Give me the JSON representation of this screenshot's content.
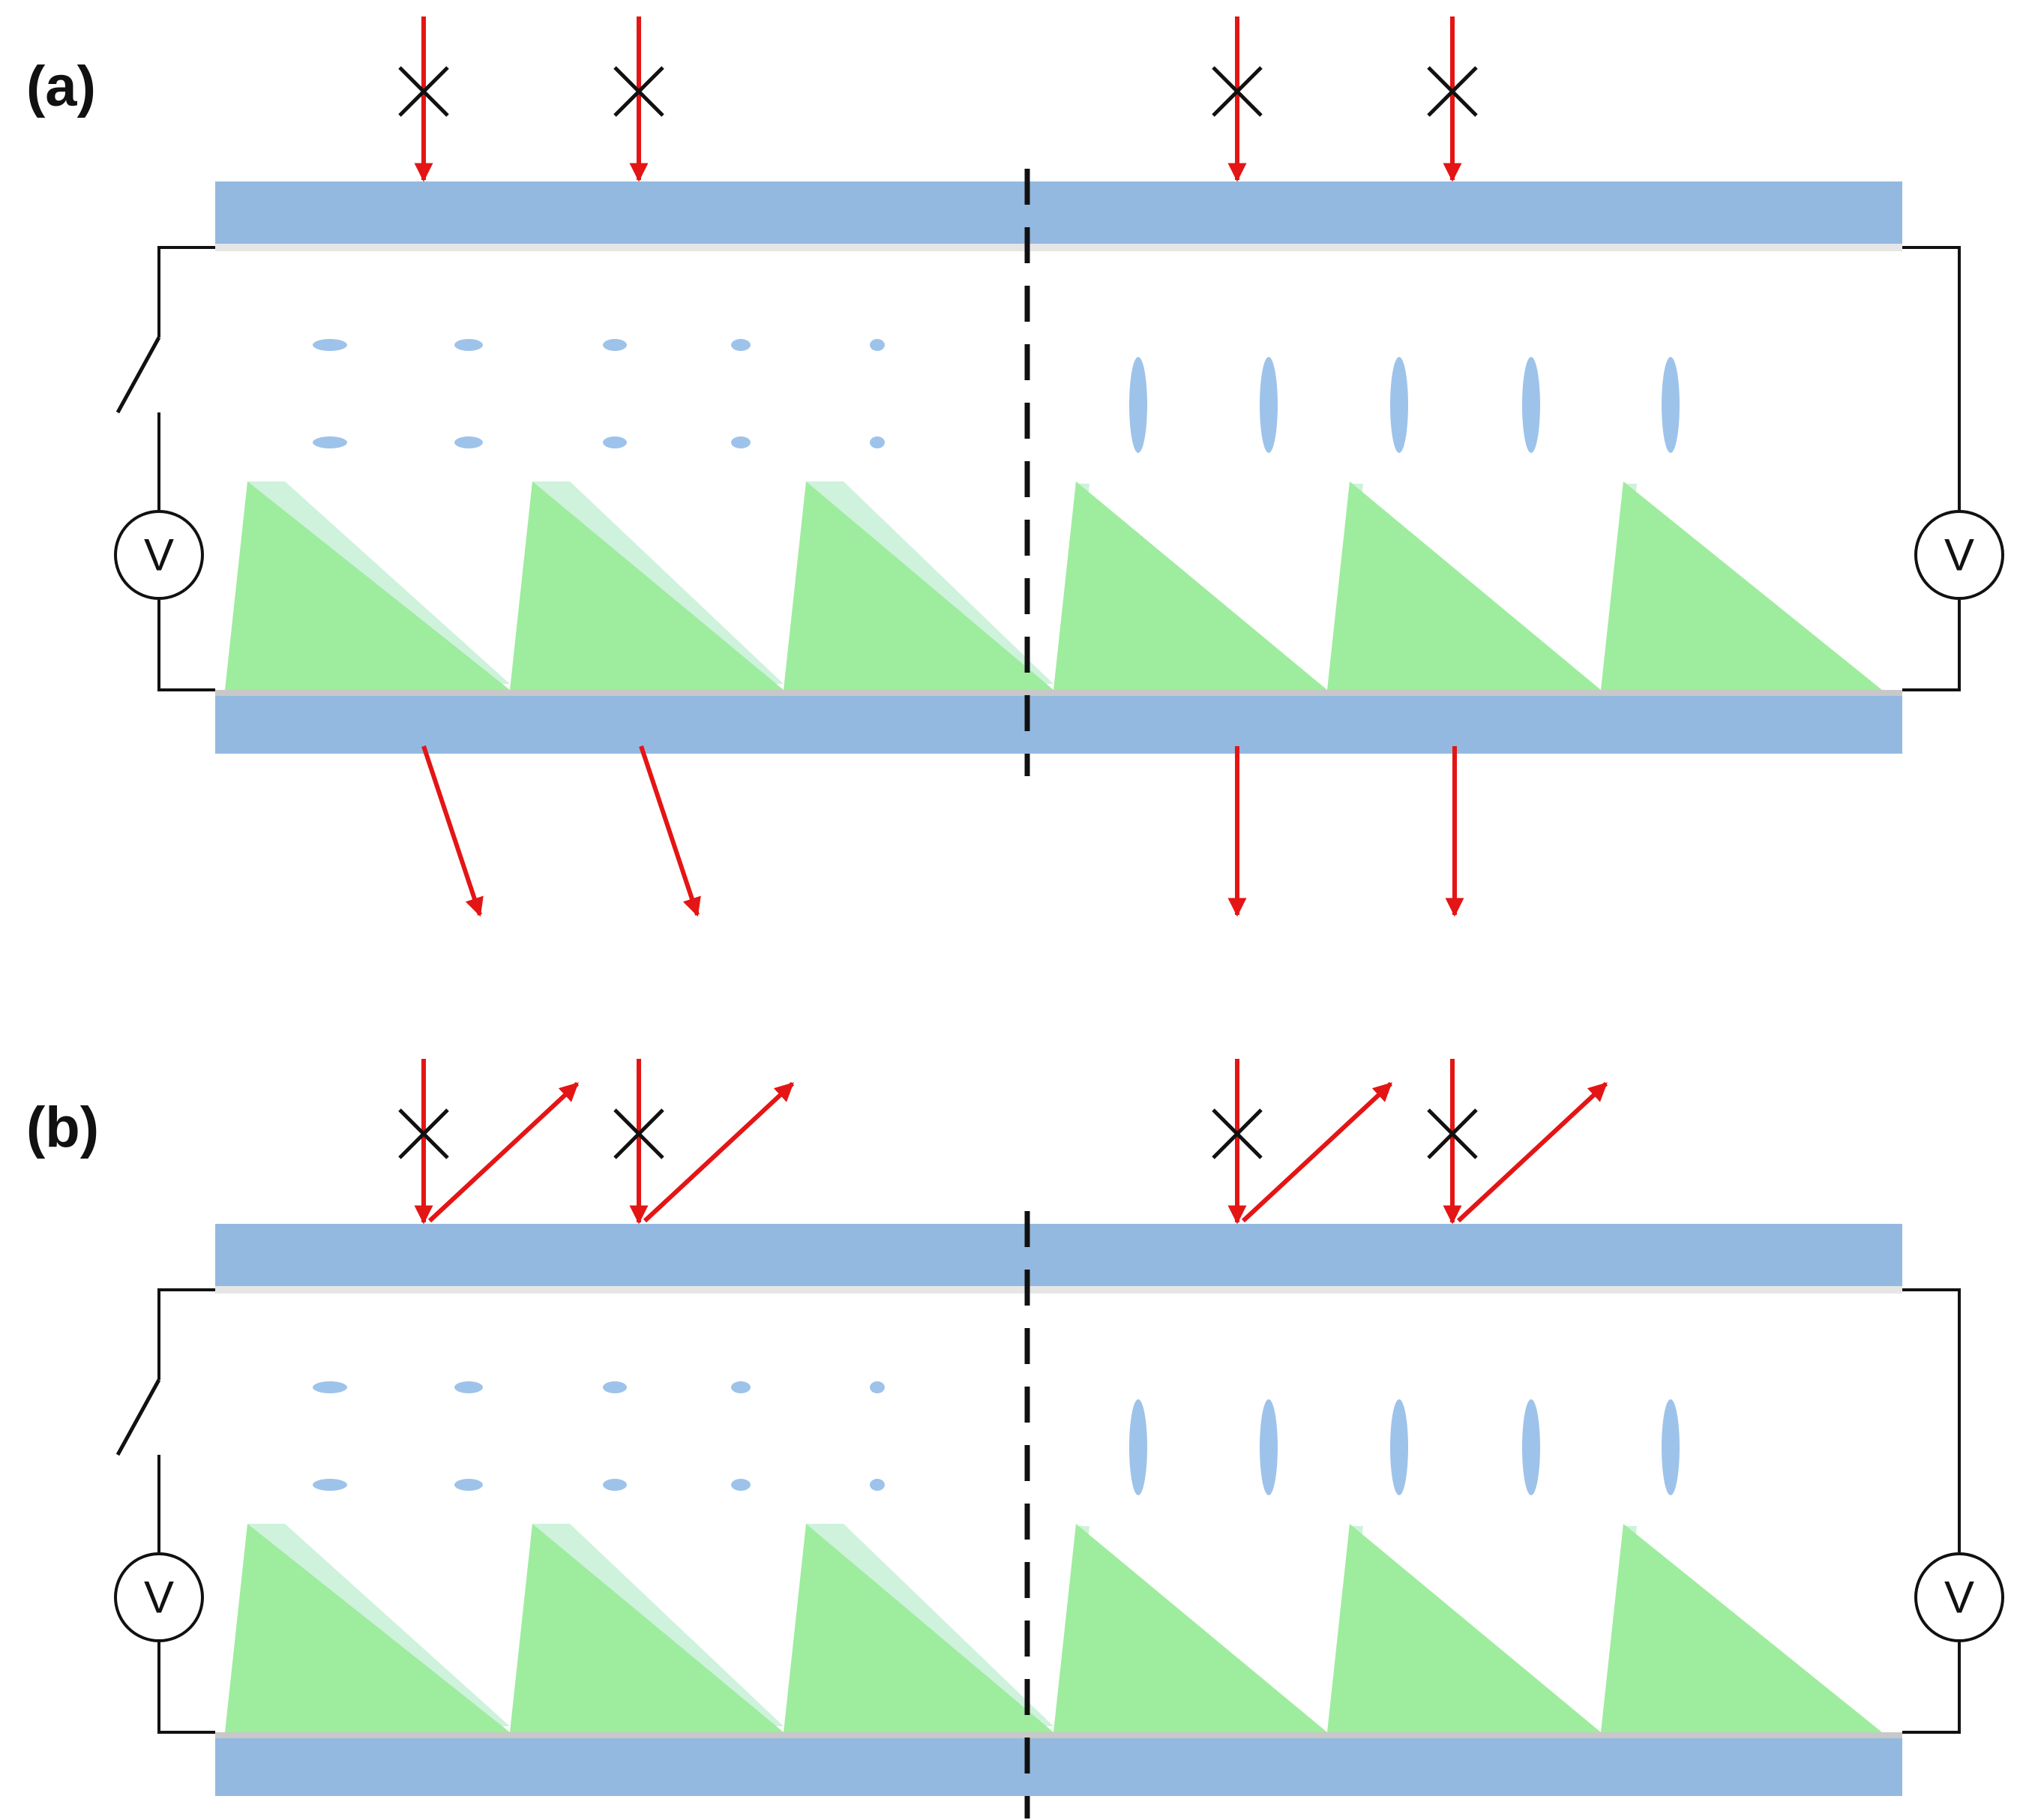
{
  "panels": [
    {
      "id": "a",
      "label": "(a)",
      "voltmeter_symbol": "V",
      "mode": "transmission"
    },
    {
      "id": "b",
      "label": "(b)",
      "voltmeter_symbol": "V",
      "mode": "reflection"
    }
  ],
  "colors": {
    "substrate": "#94B9E0",
    "electrode": "#C8C8C8",
    "prism": "#9EEC9E",
    "prism_highlight": "#C6F0D6",
    "liquid_crystal": "#9EC3EA",
    "ray": "#E41515",
    "wire": "#111111",
    "divider": "#111111"
  },
  "icons": {
    "polarization_marker": "x-mark-icon",
    "ray": "arrow-icon",
    "switch": "open-switch-icon",
    "voltmeter": "voltmeter-circle-icon"
  }
}
